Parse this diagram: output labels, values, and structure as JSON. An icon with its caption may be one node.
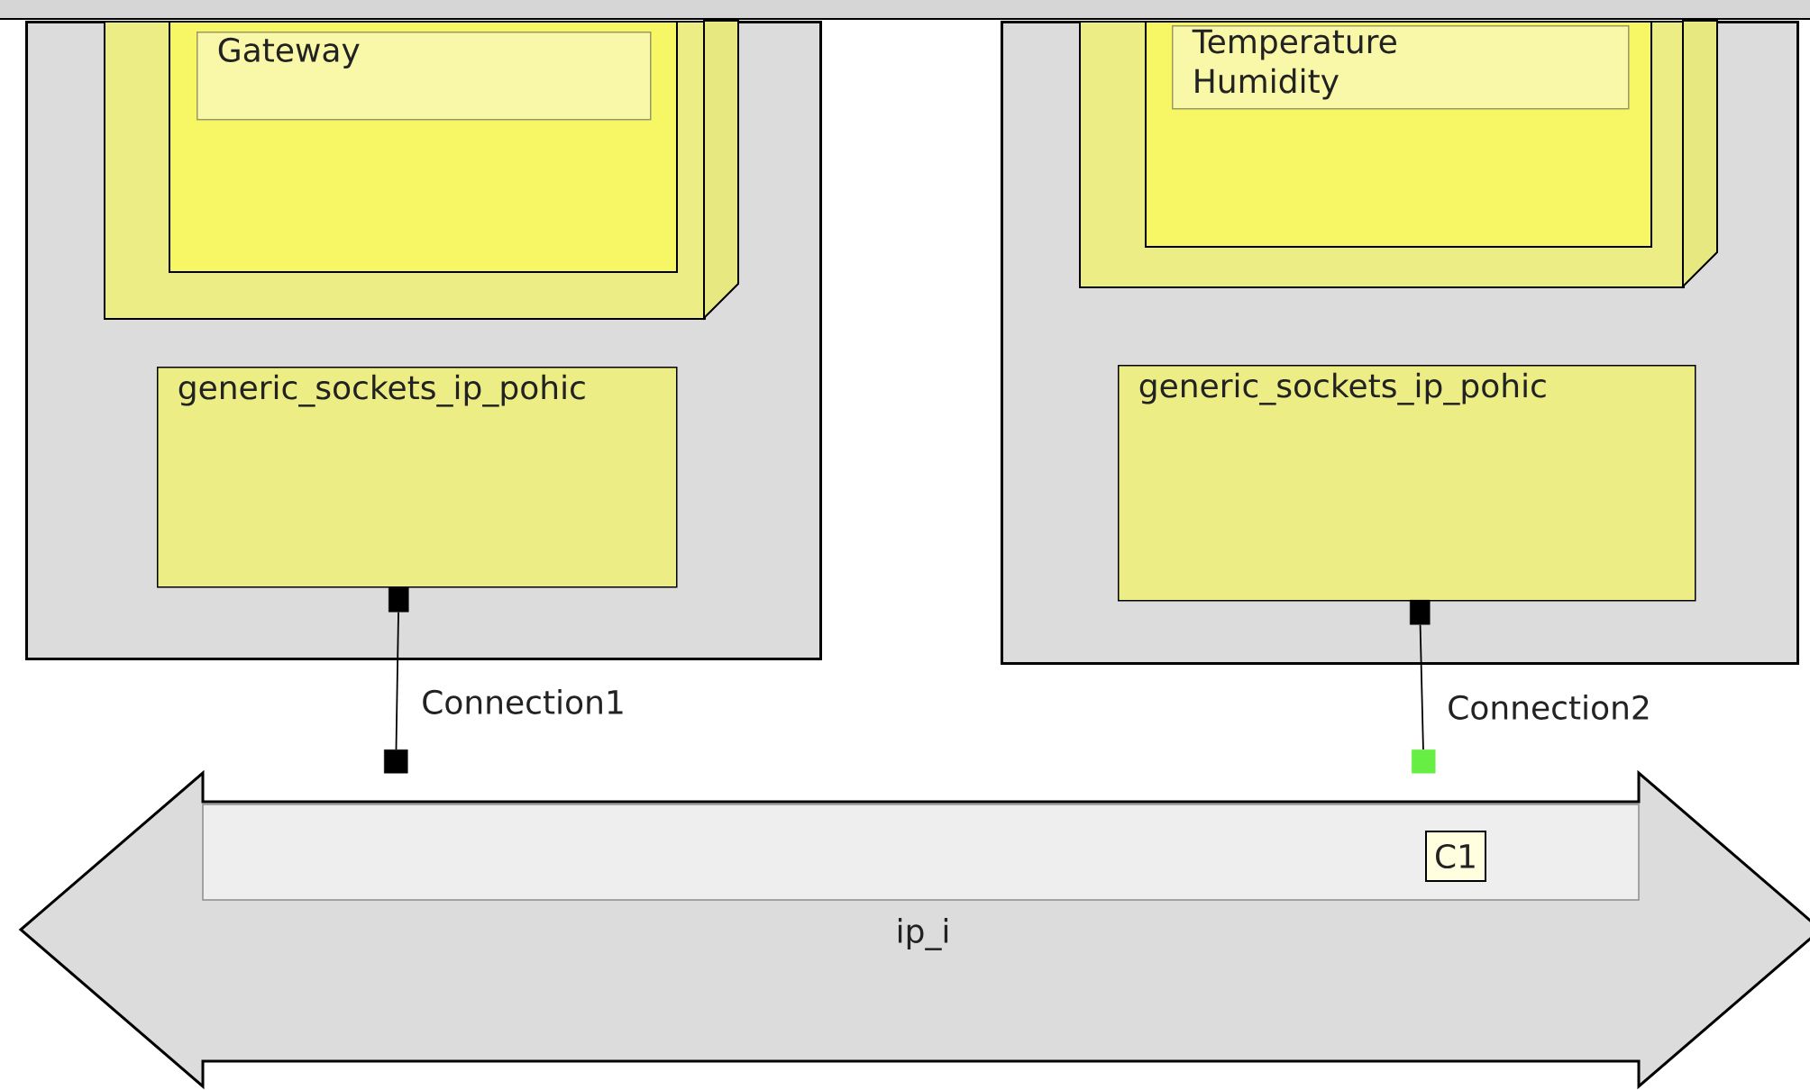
{
  "diagram": {
    "nodes": [
      {
        "text": [],
        "shape": "box"
      },
      {
        "text": [],
        "shape": "box",
        "in": 0
      },
      {
        "text": [],
        "shape": "box",
        "in": 1
      },
      {
        "text": [
          "Gateway"
        ],
        "in": 2
      },
      {
        "text": [
          "generic_sockets_ip_pohic"
        ],
        "in": 0
      },
      {
        "text": [],
        "shape": "box",
        "in": 0
      },
      {
        "text": [],
        "shape": "box"
      },
      {
        "text": [],
        "shape": "box"
      },
      {
        "text": [],
        "shape": "box",
        "in": 7
      },
      {
        "text": [],
        "shape": "box",
        "in": 8
      },
      {
        "text": [
          "Temperature Humidity"
        ],
        "in": 9
      },
      {
        "text": [
          "generic_sockets_ip_pohic"
        ],
        "in": 7
      },
      {
        "text": [],
        "shape": "box",
        "in": 7
      },
      {
        "text": [],
        "shape": "box"
      },
      {
        "text": [
          "ip_i"
        ]
      },
      {
        "text": [
          "C1"
        ],
        "in": 14
      }
    ],
    "edges": [
      {
        "from": 5,
        "to": 6,
        "arrow": "none",
        "label": "Connection1"
      },
      {
        "from": 12,
        "to": 13,
        "arrow": "none",
        "label": "Connection2"
      }
    ]
  }
}
